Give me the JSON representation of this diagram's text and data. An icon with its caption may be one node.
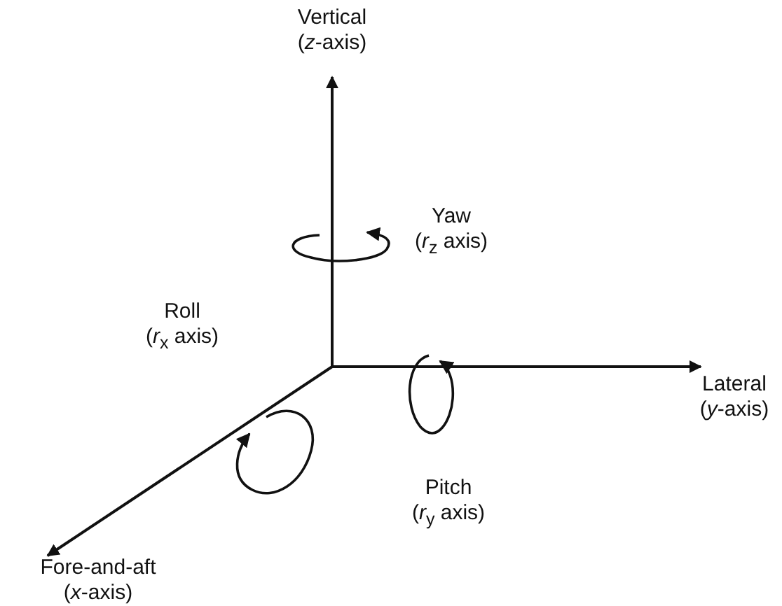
{
  "diagram": {
    "labels": [
      "Vertical (*z*-axis)",
      "Yaw (*r*$_{z}$ axis)",
      "Roll (*r*$_{x}$ axis)",
      "Lateral (*y*-axis)",
      "Pitch (*r*$_{y}$ axis)",
      "Fore-and-aft (*x*-axis)"
    ]
  }
}
